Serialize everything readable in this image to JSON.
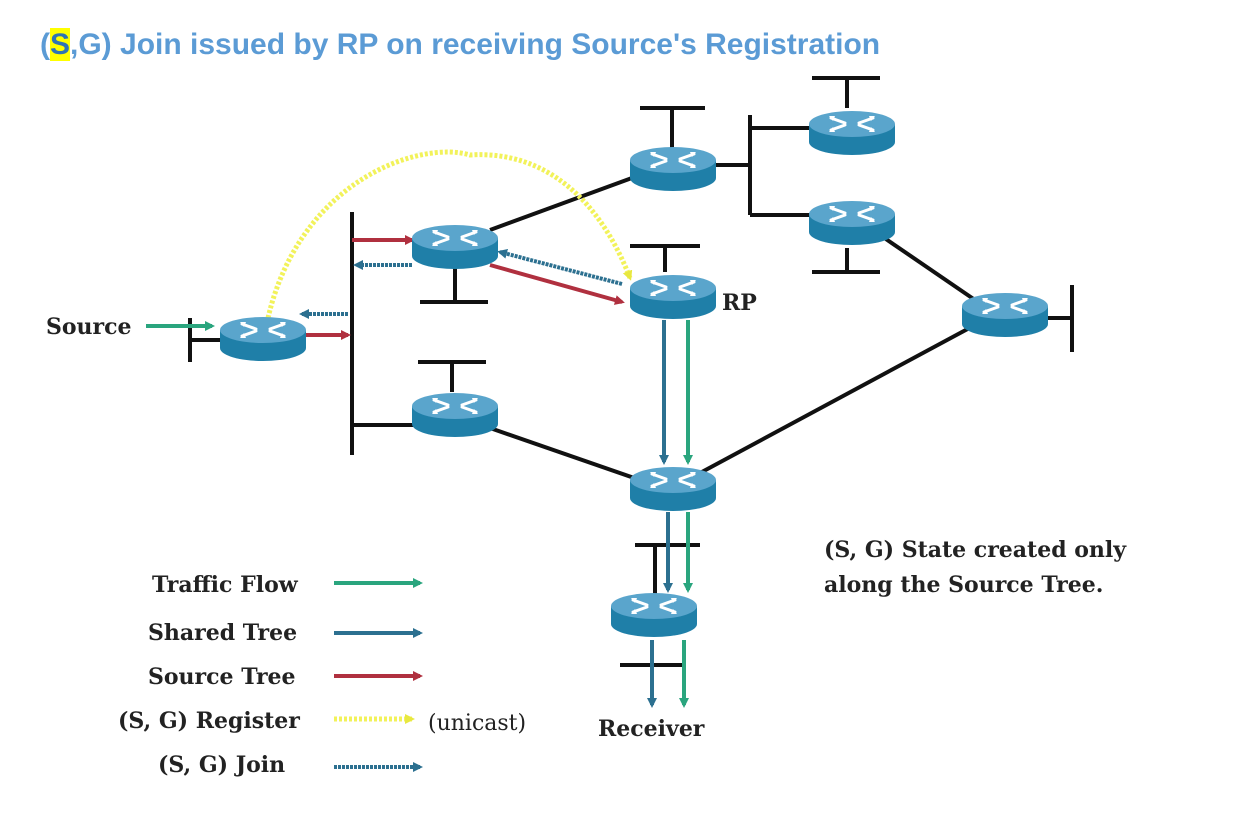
{
  "title": {
    "highlight": "S",
    "rest_prefix": "(",
    "rest": ",G) Join issued by RP on receiving Source's Registration"
  },
  "labels": {
    "source": "Source",
    "rp": "RP",
    "receiver": "Receiver"
  },
  "note": {
    "line1": "(S, G) State created only",
    "line2": "along the Source Tree."
  },
  "legend": {
    "traffic_flow": "Traffic Flow",
    "shared_tree": "Shared Tree",
    "source_tree": "Source Tree",
    "register": "(S, G) Register",
    "register_suffix": "(unicast)",
    "join": "(S, G) Join"
  },
  "colors": {
    "traffic": "#2aa57e",
    "shared": "#2c7090",
    "source": "#b0303f",
    "register": "#f2f25a",
    "router_top": "#5aa5cc",
    "router_side": "#1f7fa8"
  }
}
